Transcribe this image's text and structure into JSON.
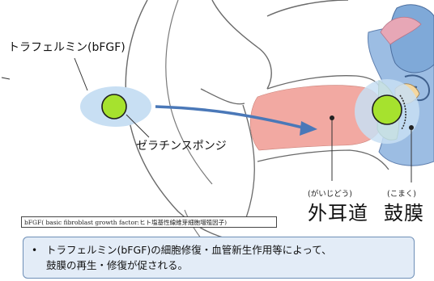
{
  "labels": {
    "drug": "トラフェルミン(bFGF)",
    "sponge": "ゼラチンスポンジ",
    "ear_canal_ruby": "(がいじどう)",
    "ear_canal": "外耳道",
    "tympanic_ruby": "(こまく)",
    "tympanic": "鼓膜"
  },
  "note": "bFGF( basic fibroblast growth factor:ヒト塩基性線維芽細胞増殖因子)",
  "summary": {
    "bullet": "•",
    "line1": "トラフェルミン(bFGF)の細胞修復・血管新生作用等によって、",
    "line2": "鼓膜の再生・修復が促される。"
  },
  "colors": {
    "ear_outline": "#555555",
    "canal_fill": "#f2a9a2",
    "sponge_halo": "#c8dff3",
    "sponge_ball": "#a6e22e",
    "arrow": "#4a78b8",
    "middle_ear_blue": "#7fa9d8",
    "summary_bg": "#e3ecf7",
    "summary_border": "#6e8fb7"
  },
  "icons": [
    "gelatin-sponge-ball",
    "arrow-right",
    "ear-illustration"
  ]
}
